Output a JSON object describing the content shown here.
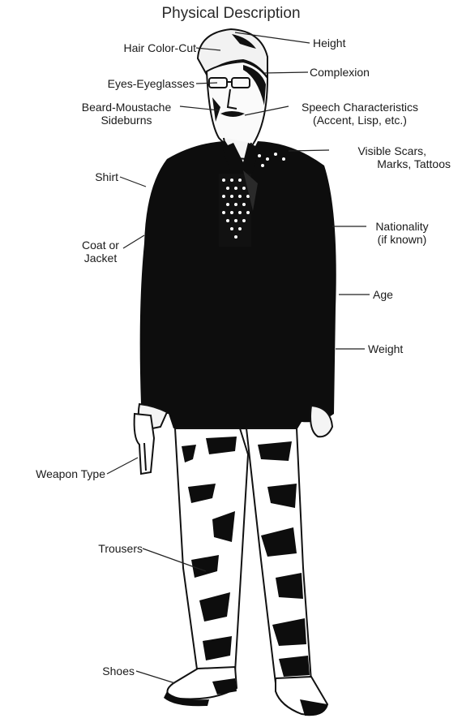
{
  "title": "Physical Description",
  "labels": {
    "hair": "Hair Color-Cut",
    "height": "Height",
    "complexion": "Complexion",
    "eyes": "Eyes-Eyeglasses",
    "beard_line1": "Beard-Moustache",
    "beard_line2": "Sideburns",
    "speech_line1": "Speech Characteristics",
    "speech_line2": "(Accent, Lisp, etc.)",
    "scars_line1": "Visible Scars,",
    "scars_line2": "Marks, Tattoos",
    "shirt": "Shirt",
    "nationality_line1": "Nationality",
    "nationality_line2": "(if known)",
    "coat_line1": "Coat or",
    "coat_line2": "Jacket",
    "age": "Age",
    "weight": "Weight",
    "weapon": "Weapon Type",
    "trousers": "Trousers",
    "shoes": "Shoes"
  },
  "colors": {
    "ink": "#111111",
    "paper": "#ffffff",
    "label": "#1a1a1a"
  }
}
